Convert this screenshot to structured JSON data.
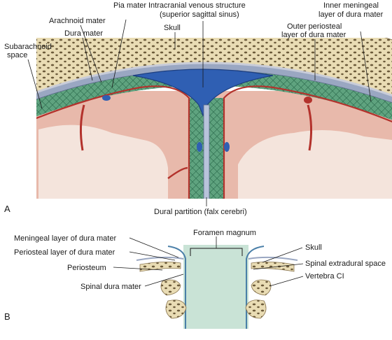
{
  "panel_a": {
    "letter": "A",
    "labels": {
      "pia_mater": "Pia mater",
      "intracranial_line1": "Intracranial venous structure",
      "intracranial_line2": "(superior sagittal sinus)",
      "inner_meningeal_line1": "Inner meningeal",
      "inner_meningeal_line2": "layer of dura mater",
      "arachnoid_mater": "Arachnoid mater",
      "skull": "Skull",
      "outer_periosteal_line1": "Outer periosteal",
      "outer_periosteal_line2": "layer of dura mater",
      "dura_mater": "Dura mater",
      "subarachnoid_line1": "Subarachnoid",
      "subarachnoid_line2": "space",
      "dural_partition": "Dural partition (falx cerebri)"
    }
  },
  "panel_b": {
    "letter": "B",
    "labels": {
      "foramen_magnum": "Foramen magnum",
      "meningeal_layer": "Meningeal layer of dura mater",
      "skull": "Skull",
      "periosteal_layer": "Periosteal layer of dura mater",
      "spinal_extradural": "Spinal extradural space",
      "periosteum": "Periosteum",
      "vertebra": "Vertebra CI",
      "spinal_dura": "Spinal dura mater"
    }
  },
  "colors": {
    "bone": "#e9dcb4",
    "bone_pore": "#6b5a3a",
    "dura": "#9aa7c2",
    "sinus": "#2f5fb3",
    "subarachnoid": "#5fa37f",
    "brain": "#e8b9ab",
    "pia": "#b3322c",
    "spinal_cord": "#c9e3d6"
  }
}
